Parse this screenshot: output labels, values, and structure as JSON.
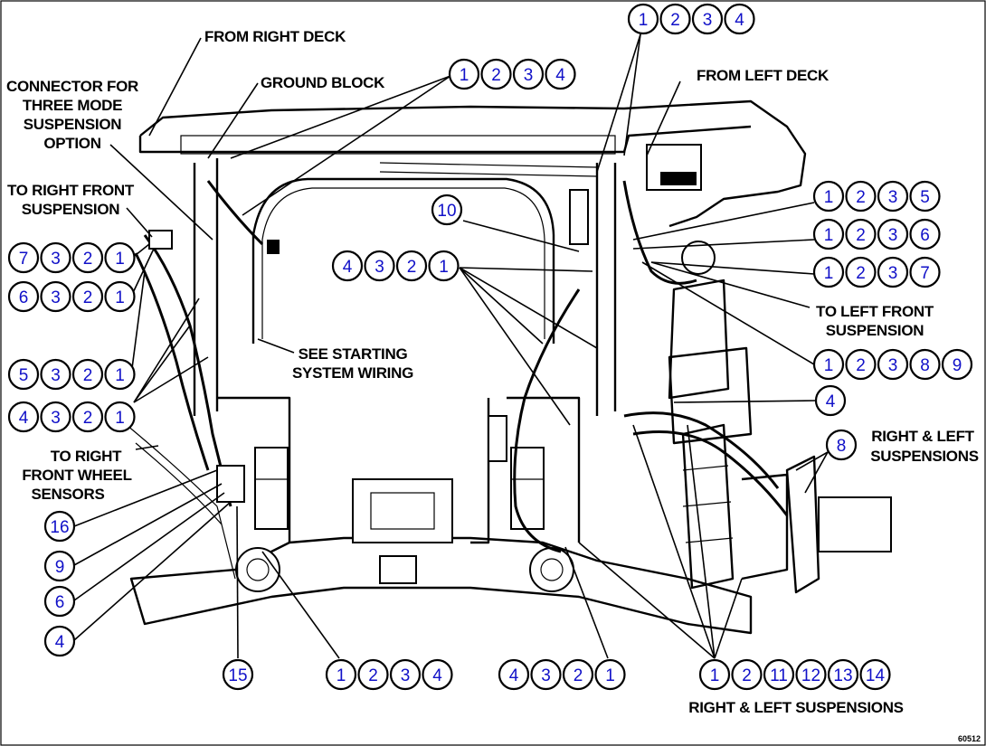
{
  "labels": {
    "from_right_deck": "FROM RIGHT DECK",
    "ground_block": "GROUND BLOCK",
    "from_left_deck": "FROM LEFT DECK",
    "connector_l1": "CONNECTOR FOR",
    "connector_l2": "THREE MODE",
    "connector_l3": "SUSPENSION",
    "connector_l4": "OPTION",
    "to_rf_susp_l1": "TO RIGHT FRONT",
    "to_rf_susp_l2": "SUSPENSION",
    "to_lf_susp_l1": "TO LEFT FRONT",
    "to_lf_susp_l2": "SUSPENSION",
    "see_start_l1": "SEE STARTING",
    "see_start_l2": "SYSTEM WIRING",
    "to_rf_wheel_l1": "TO RIGHT",
    "to_rf_wheel_l2": "FRONT WHEEL",
    "to_rf_wheel_l3": "SENSORS",
    "rl_susp_right_l1": "RIGHT & LEFT",
    "rl_susp_right_l2": "SUSPENSIONS",
    "rl_susp_bottom": "RIGHT & LEFT SUSPENSIONS",
    "figure_id": "60512"
  },
  "callouts": {
    "top_right": [
      "1",
      "2",
      "3",
      "4"
    ],
    "ground": [
      "1",
      "2",
      "3",
      "4"
    ],
    "r1235": [
      "1",
      "2",
      "3",
      "5"
    ],
    "r1236": [
      "1",
      "2",
      "3",
      "6"
    ],
    "r1237": [
      "1",
      "2",
      "3",
      "7"
    ],
    "r12389": [
      "1",
      "2",
      "3",
      "8",
      "9"
    ],
    "ten": [
      "10"
    ],
    "center4321": [
      "4",
      "3",
      "2",
      "1"
    ],
    "l7321": [
      "7",
      "3",
      "2",
      "1"
    ],
    "l6321": [
      "6",
      "3",
      "2",
      "1"
    ],
    "l5321": [
      "5",
      "3",
      "2",
      "1"
    ],
    "l4321": [
      "4",
      "3",
      "2",
      "1"
    ],
    "r4": [
      "4"
    ],
    "r8": [
      "8"
    ],
    "n16": [
      "16"
    ],
    "n9": [
      "9"
    ],
    "n6": [
      "6"
    ],
    "n4": [
      "4"
    ],
    "n15": [
      "15"
    ],
    "b1234": [
      "1",
      "2",
      "3",
      "4"
    ],
    "b4321": [
      "4",
      "3",
      "2",
      "1"
    ],
    "b12_11_14": [
      "1",
      "2",
      "11",
      "12",
      "13",
      "14"
    ]
  }
}
